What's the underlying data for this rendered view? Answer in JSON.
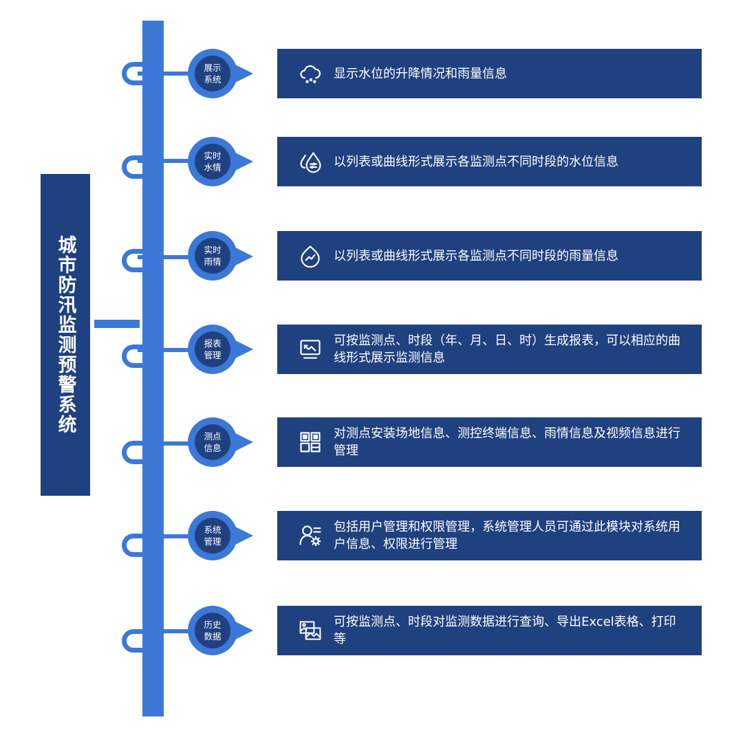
{
  "title": "城市防汛监测预警系统",
  "modules": [
    {
      "label": "展示\n系统",
      "description": "显示水位的升降情况和雨量信息",
      "icon": "cloud-rain-icon"
    },
    {
      "label": "实时\n水情",
      "description": "以列表或曲线形式展示各监测点不同时段的水位信息",
      "icon": "water-drop-icon"
    },
    {
      "label": "实时\n雨情",
      "description": "以列表或曲线形式展示各监测点不同时段的雨量信息",
      "icon": "drop-trend-icon"
    },
    {
      "label": "报表\n管理",
      "description": "可按监测点、时段（年、月、日、时）生成报表，可以相应的曲线形式展示监测信息",
      "icon": "monitor-chart-icon"
    },
    {
      "label": "测点\n信息",
      "description": "对测点安装场地信息、测控终端信息、雨情信息及视频信息进行管理",
      "icon": "grid-blocks-icon"
    },
    {
      "label": "系统\n管理",
      "description": "包括用户管理和权限管理，系统管理人员可通过此模块对系统用户信息、权限进行管理",
      "icon": "user-settings-icon"
    },
    {
      "label": "历史\n数据",
      "description": "可按监测点、时段对监测数据进行查询、导出Excel表格、打印等",
      "icon": "images-icon"
    }
  ],
  "colors": {
    "dark_navy": "#20417f",
    "accent_blue": "#3c78d8",
    "background": "#ffffff"
  }
}
